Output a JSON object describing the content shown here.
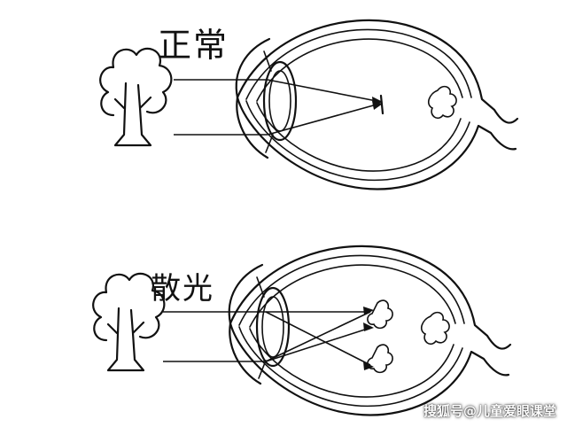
{
  "panels": [
    {
      "id": "normal",
      "label": "正常"
    },
    {
      "id": "astigmatism",
      "label": "散光"
    }
  ],
  "watermark": "搜狐号@儿童爱眼课堂",
  "colors": {
    "ink": "#111111",
    "background": "#ffffff"
  }
}
